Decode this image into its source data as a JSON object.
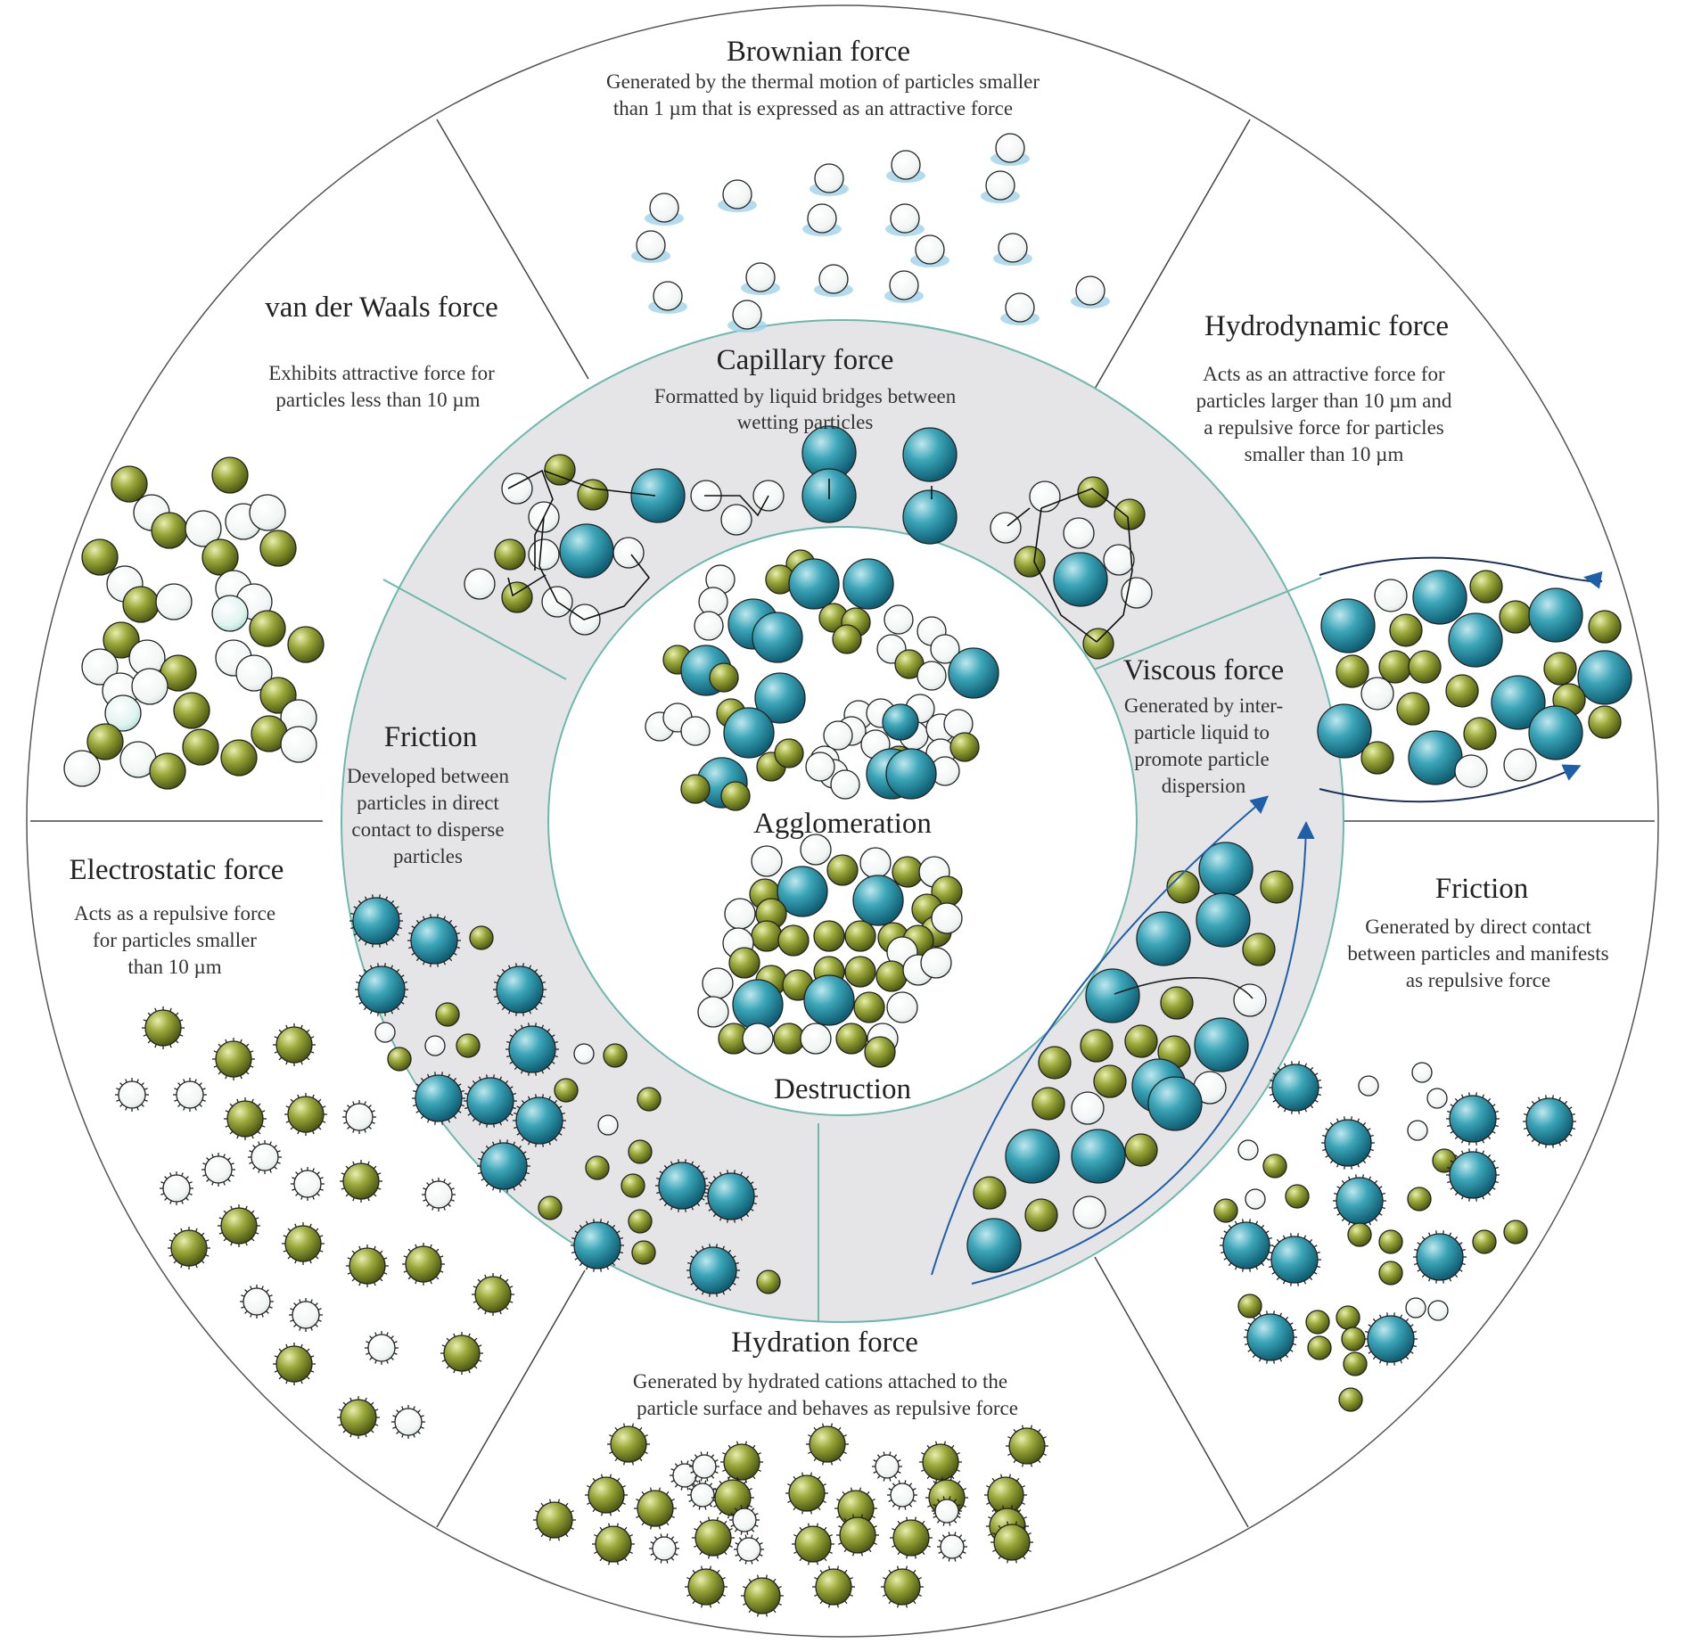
{
  "sections": {
    "brownian": {
      "title": "Brownian force",
      "desc": [
        "Generated by the thermal motion of particles smaller",
        "than 1 µm that is expressed as an attractive force"
      ]
    },
    "vdw": {
      "title": "van der Waals force",
      "desc": [
        "Exhibits attractive force for",
        "particles less than 10 µm"
      ]
    },
    "hydrodynamic": {
      "title": "Hydrodynamic force",
      "desc": [
        "Acts as an attractive force for",
        "particles larger than 10 µm and",
        "a repulsive force for particles",
        "smaller than 10 µm"
      ]
    },
    "electrostatic": {
      "title": "Electrostatic force",
      "desc": [
        "Acts as a repulsive force",
        "for particles smaller",
        "than 10 µm"
      ]
    },
    "friction_outer": {
      "title": "Friction",
      "desc": [
        "Generated by direct contact",
        "between particles and manifests",
        "as repulsive force"
      ]
    },
    "hydration": {
      "title": "Hydration force",
      "desc": [
        "Generated by hydrated cations attached to the",
        "particle surface and behaves as repulsive force"
      ]
    },
    "capillary": {
      "title": "Capillary force",
      "desc": [
        "Formatted by liquid bridges between",
        "wetting particles"
      ]
    },
    "friction_inner": {
      "title": "Friction",
      "desc": [
        "Developed between",
        "particles in direct",
        "contact to disperse",
        "particles"
      ]
    },
    "viscous": {
      "title": "Viscous force",
      "desc": [
        "Generated by inter-",
        "particle liquid to",
        "promote particle",
        "dispersion"
      ]
    }
  },
  "center": {
    "agglomeration": "Agglomeration",
    "destruction": "Destruction"
  },
  "colors": {
    "teal": "#2a8fa3",
    "olive": "#8f9a32",
    "white_particle": "#f4f7f6",
    "ring_gray": "#e5e5e7",
    "ring_border": "#5fb3a8"
  }
}
